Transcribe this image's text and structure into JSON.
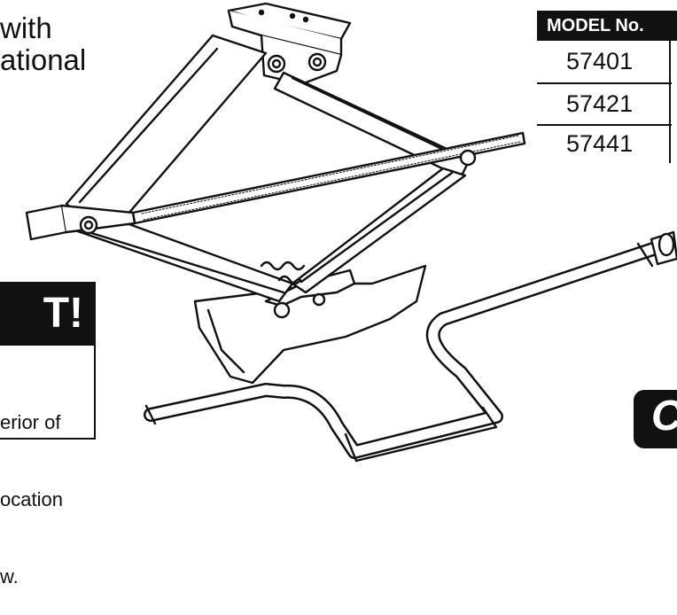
{
  "intro_text": {
    "line1": "with",
    "line2": "ational"
  },
  "model_table": {
    "header": "MODEL No.",
    "models": [
      "57401",
      "57421",
      "57441"
    ]
  },
  "warning": {
    "heading": "T!",
    "lines": [
      "erior of",
      "ocation",
      "w."
    ]
  },
  "corner_tab": {
    "letter": "C"
  },
  "illustration": {
    "items": [
      "scissor-jack",
      "jack-handle"
    ],
    "line_color": "#111111",
    "fill_color": "#ffffff"
  }
}
